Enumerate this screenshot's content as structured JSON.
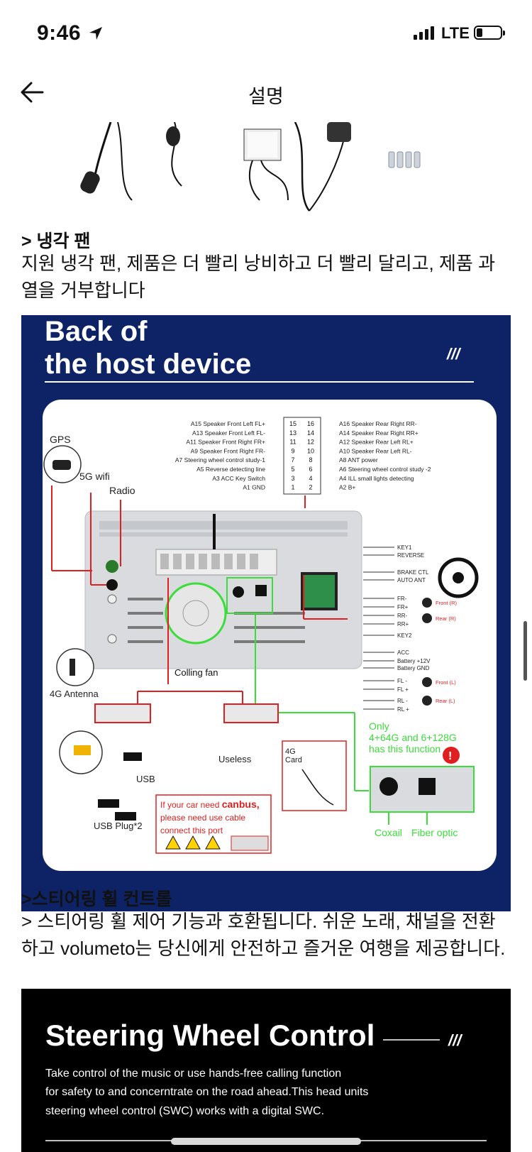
{
  "status": {
    "time": "9:46",
    "network": "LTE"
  },
  "nav": {
    "title": "설명"
  },
  "sections": {
    "fan_heading": "> 냉각 팬",
    "fan_text": "지원 냉각 팬, 제품은 더 빨리 낭비하고 더 빨리 달리고, 제품 과열을 거부합니다",
    "swc_heading": ">스티어링 휠 컨트롤",
    "swc_text": "> 스티어링 휠 제어 기능과 호환됩니다. 쉬운 노래, 채널을 전환하고 volumeto는 당신에게 안전하고 즐거운 여행을 제공합니다."
  },
  "diagram": {
    "title_line1": "Back of",
    "title_line2": "the host device",
    "mark": "///",
    "pins_left": [
      "A15  Speaker Front Left FL+",
      "A13  Speaker Front Left FL-",
      "A11  Speaker Front Right FR+",
      "A9   Speaker Front Right FR-",
      "A7   Steering wheel control study-1",
      "A5   Reverse detecting line",
      "A3  ACC Key Switch",
      "A1  GND"
    ],
    "pins_right": [
      "A16  Speaker Rear Right RR-",
      "A14  Speaker Rear Right RR+",
      "A12  Speaker Rear Left RL+",
      "A10  Speaker Rear Left RL-",
      "A8   ANT power",
      "A6   Steering wheel control study -2",
      "A4   ILL small lights detecting",
      "A2   B+"
    ],
    "pin_numbers_left": [
      "15",
      "13",
      "11",
      "9",
      "7",
      "5",
      "3",
      "1"
    ],
    "pin_numbers_right": [
      "16",
      "14",
      "12",
      "10",
      "8",
      "6",
      "4",
      "2"
    ],
    "labels": {
      "gps": "GPS",
      "wifi": "5G wifi",
      "radio": "Radio",
      "fan": "Colling fan",
      "antenna": "4G Antenna",
      "usb": "USB",
      "usb_plug": "USB Plug*2",
      "useless": "Useless",
      "card": "4G\nCard",
      "canbus_1": "If your car need ",
      "canbus_bold": "canbus,",
      "canbus_2": "please need use cable",
      "canbus_3": "connect this port",
      "only_1": "Only",
      "only_2": "4+64G and 6+128G",
      "only_3": "has this function",
      "coax": "Coxail",
      "fiber": "Fiber optic"
    },
    "wires": [
      "KEY1",
      "REVERSE",
      "BRAKE CTL",
      "AUTO ANT",
      "FR-",
      "FR+",
      "RR-",
      "RR+",
      "KEY2",
      "ACC",
      "Battery +12V",
      "Battery GND",
      "FL -",
      "FL +",
      "RL -",
      "RL +"
    ],
    "speakers": {
      "front_r": "Front (R)",
      "rear_r": "Rear (R)",
      "front_l": "Front (L)",
      "rear_l": "Rear (L)"
    },
    "colors": {
      "background": "#0d2366",
      "red_wire": "#e02020",
      "green_wire": "#3cdc3c"
    }
  },
  "swc": {
    "title": "Steering Wheel Control",
    "mark": "///",
    "text_1": "Take control of the music or use hands-free calling function",
    "text_2": "for safety to and concerntrate on the road ahead.This head units",
    "text_3": "steering wheel control (SWC) works with a digital SWC."
  }
}
